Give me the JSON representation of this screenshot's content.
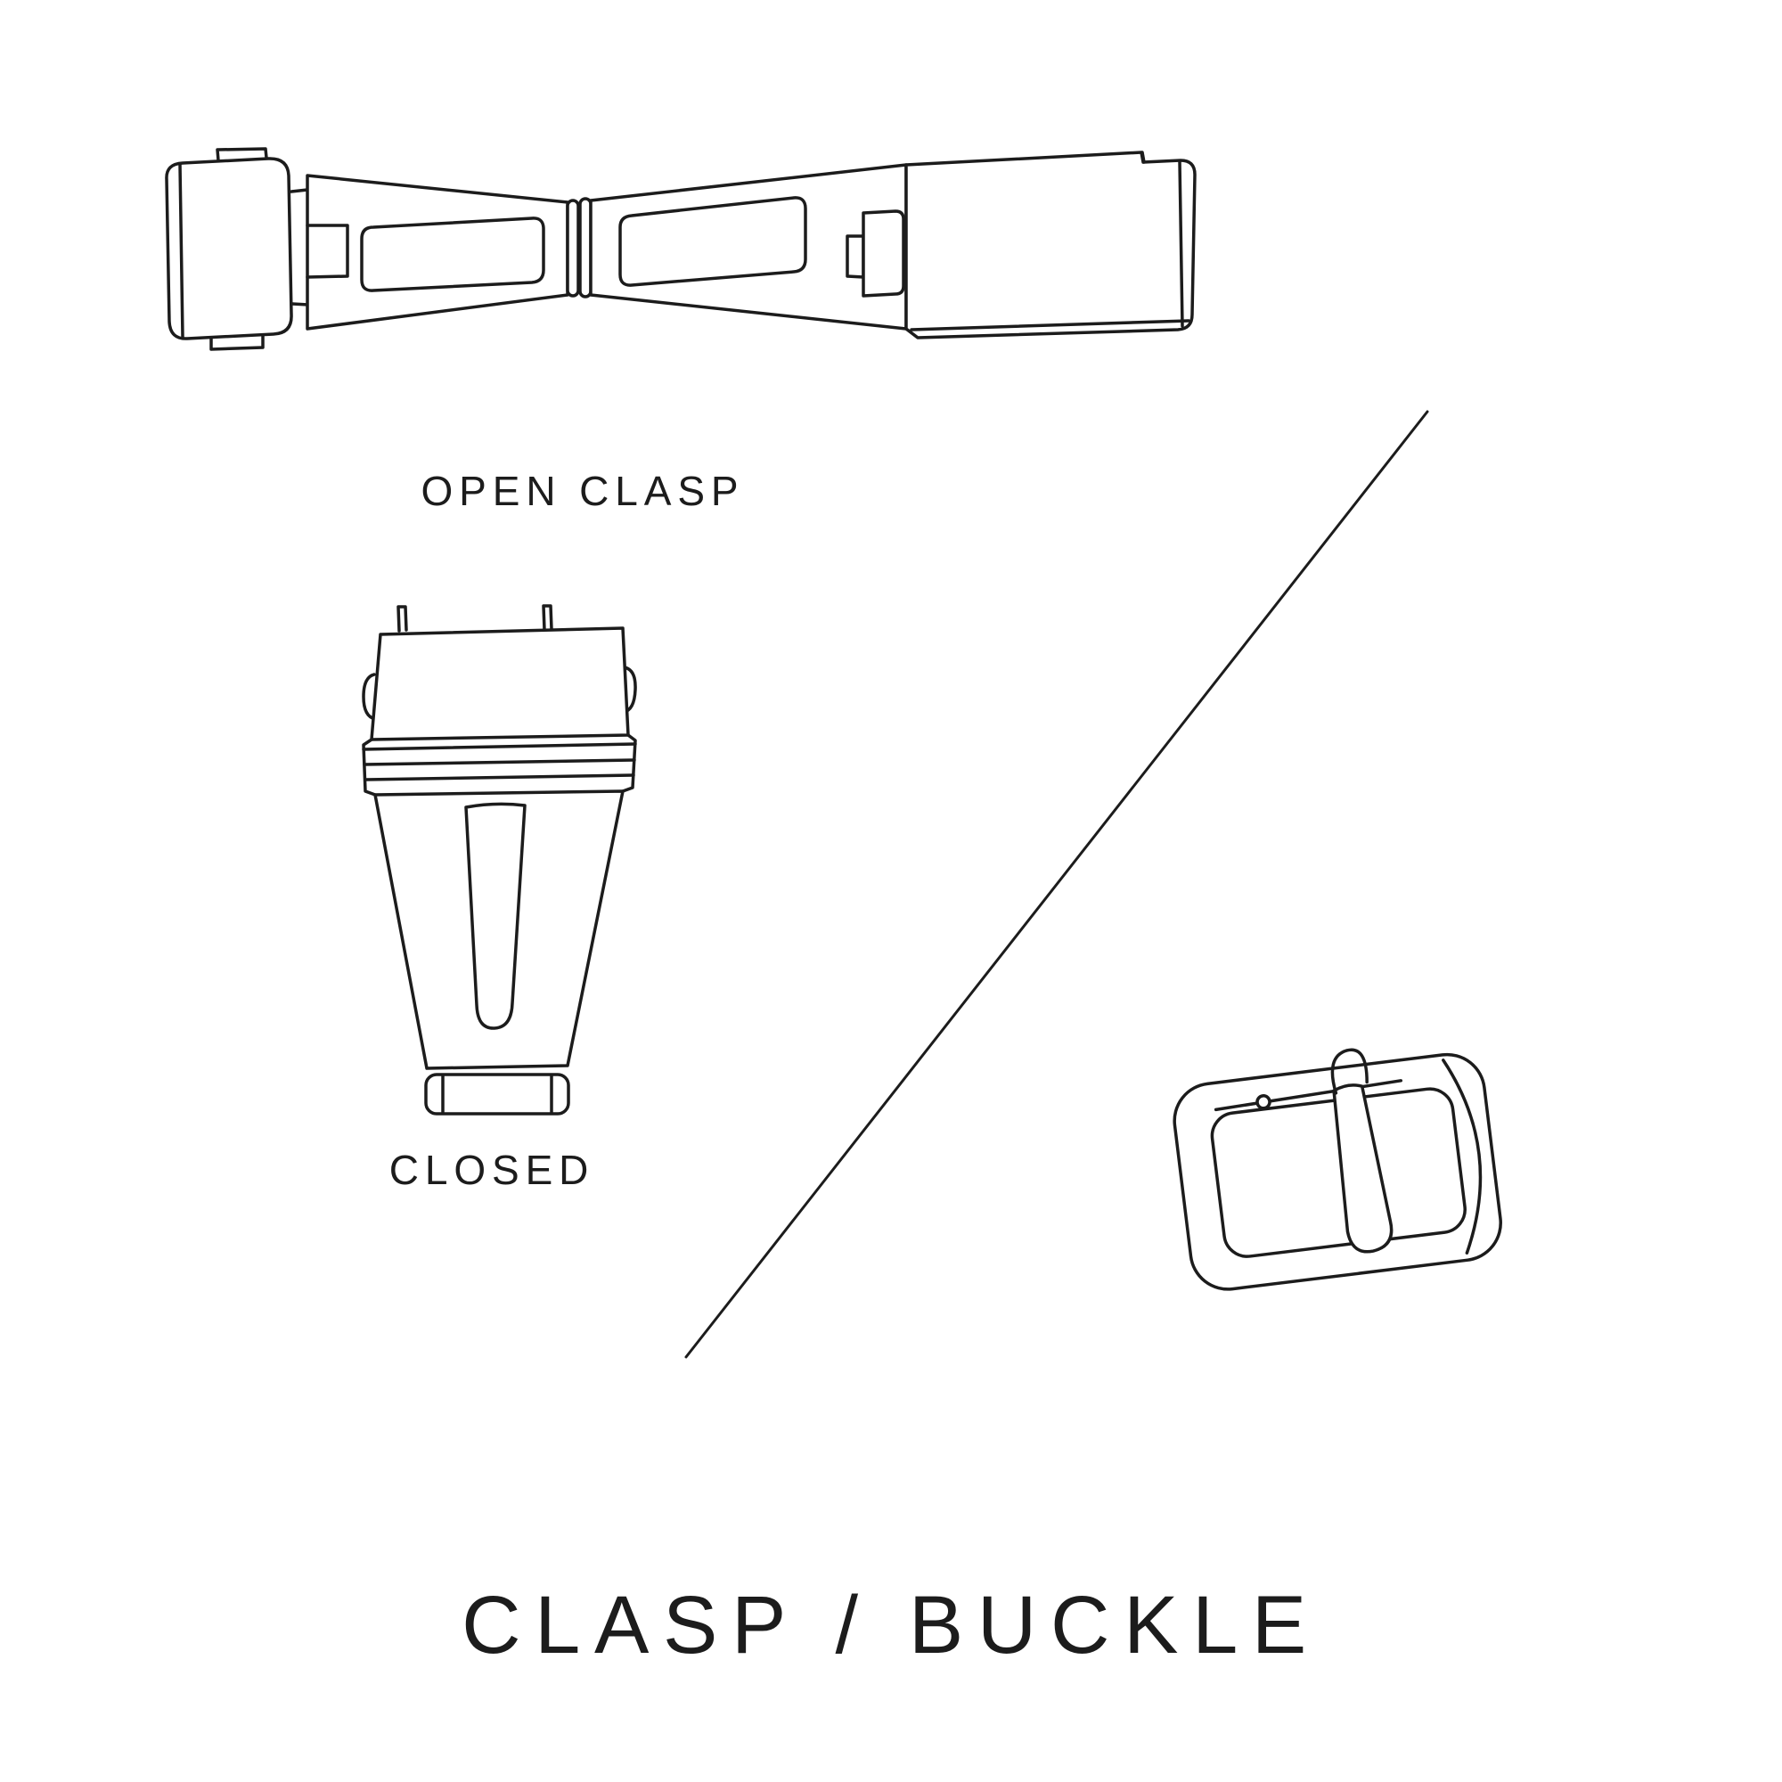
{
  "colors": {
    "background": "#ffffff",
    "ink": "#1c1c1c"
  },
  "diagram": {
    "labels": {
      "open_clasp": "OPEN CLASP",
      "closed": "CLOSED"
    },
    "title": "CLASP / BUCKLE",
    "illustrations": [
      "open-clasp-illustration",
      "closed-clasp-illustration",
      "buckle-illustration",
      "diagonal-divider-line"
    ]
  }
}
